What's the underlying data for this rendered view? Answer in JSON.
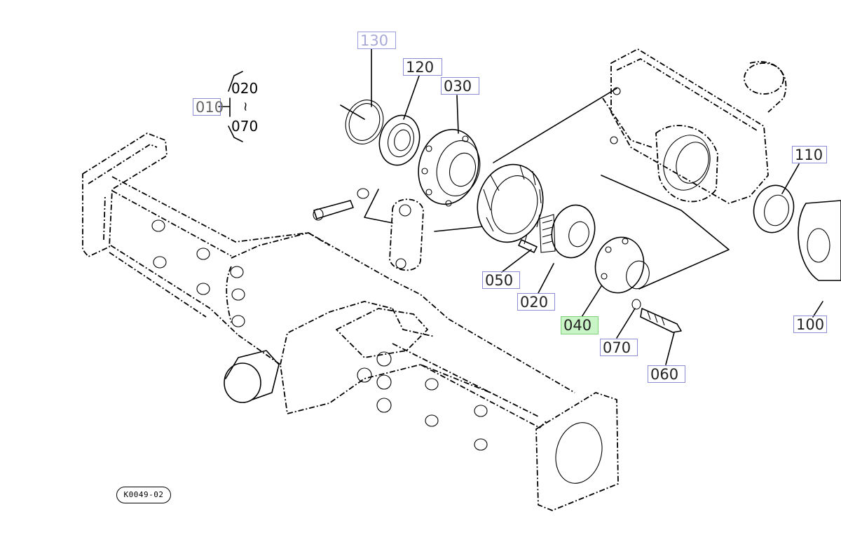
{
  "drawing_code": "K0049-02",
  "callouts": {
    "c130": "130",
    "c120": "120",
    "c030": "030",
    "c010": "010",
    "c110": "110",
    "c050": "050",
    "c020": "020",
    "c040": "040",
    "c070": "070",
    "c060": "060",
    "c100": "100"
  },
  "range_note": {
    "from": "020",
    "tilde": "~",
    "to": "070"
  },
  "highlight_color": "#c9f4c6",
  "selected_callout": "040"
}
